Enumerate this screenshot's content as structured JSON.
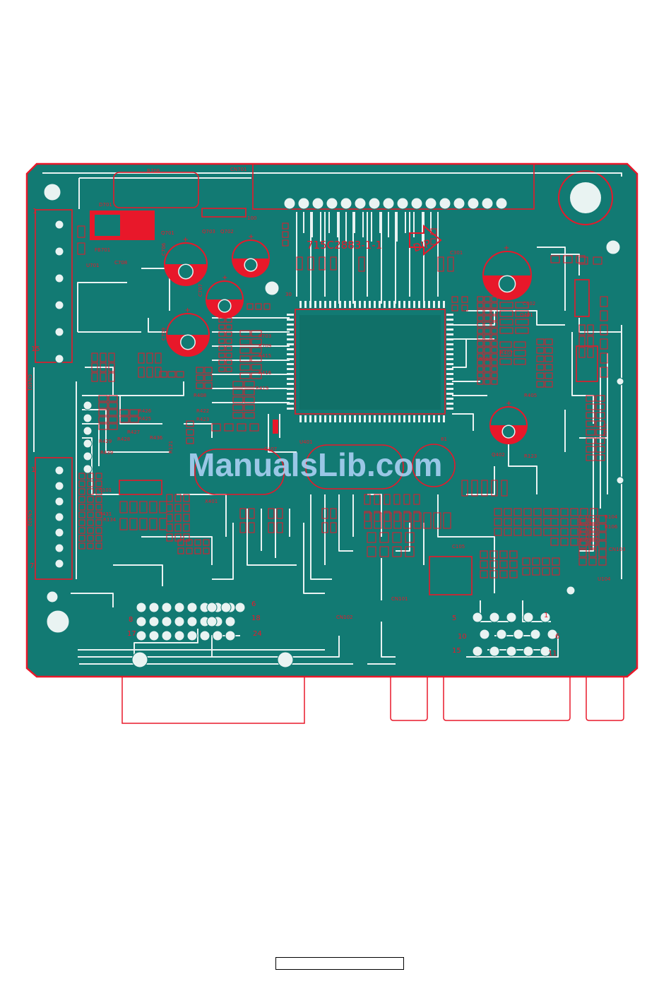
{
  "figure": {
    "kind": "pcb-top-silkscreen",
    "colors": {
      "board": "#127a73",
      "silkscreen": "#e8182a",
      "trace": "#e9f3f2",
      "watermark": "#b8d8ff"
    },
    "board_id": "715C2883-1-1",
    "dip_arrow": "DIP",
    "watermark": "ManualsLib.com",
    "connector_pins": {
      "j1_top": "15",
      "j1_bottom": "1",
      "j2_top": "1",
      "j2_bottom": "7",
      "dvi_6": "6",
      "dvi_18": "18",
      "dvi_17": "17",
      "dvi_24": "24",
      "dvi_8": "8",
      "vga_5": "5",
      "vga_1": "1",
      "vga_10": "10",
      "vga_6": "6",
      "vga_15": "15",
      "vga_11": "11"
    },
    "labels": {
      "r708": "R708",
      "cn701": "CN701",
      "d701": "D701",
      "q701": "Q701",
      "fb701": "FB701",
      "c708": "C708",
      "u701": "U701",
      "c706": "C706",
      "c707": "C707",
      "c709": "C709",
      "q703": "Q703",
      "q702": "Q702",
      "r703": "R703",
      "r709": "R709",
      "r416": "R416",
      "r415": "R415",
      "r419": "R419",
      "r426": "R426",
      "r425": "R425",
      "r427": "R427",
      "r428": "R428",
      "r429": "R429",
      "r439": "R439",
      "r436": "R436",
      "cn401": "CN401",
      "cn402": "CN402",
      "c301": "C301",
      "c402": "C402",
      "q401": "Q401",
      "q402": "Q402",
      "r407": "R407",
      "r403": "R403",
      "r405": "R405",
      "r123": "R123",
      "u401": "U401",
      "u402": "U402",
      "r104": "R104",
      "r106": "R106",
      "c105": "C105",
      "cn101": "CN101",
      "cn102": "CN102",
      "cn103": "CN103",
      "u104": "U104",
      "c101": "C101",
      "r134": "R134",
      "r431": "R431",
      "r422": "R422",
      "r423": "R423",
      "r408": "R408",
      "r121": "R121",
      "c407": "C407",
      "x401": "X401",
      "pin_30": "30",
      "pin_81": "81",
      "pin_100": "100"
    },
    "page_number": ""
  }
}
